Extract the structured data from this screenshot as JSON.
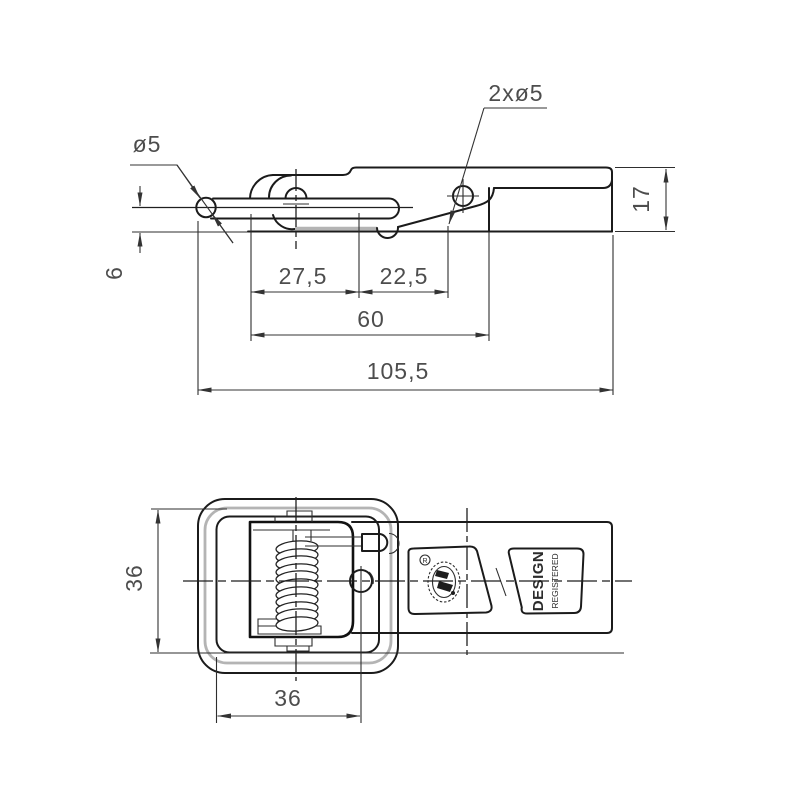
{
  "drawing": {
    "side_view": {
      "labels": {
        "wire_dia": "ø5",
        "holes": "2xø5"
      },
      "dims": {
        "lever_left": "27,5",
        "hole_right": "22,5",
        "plate_span": "60",
        "total_length": "105,5",
        "plate_height": "17",
        "rod_offset": "6"
      }
    },
    "plan_view": {
      "dims": {
        "loop_inner_height": "36",
        "loop_inner_width": "36"
      },
      "emboss": {
        "registered_mark": "R",
        "design": "DESIGN",
        "registered": "REGISTERED"
      }
    }
  }
}
